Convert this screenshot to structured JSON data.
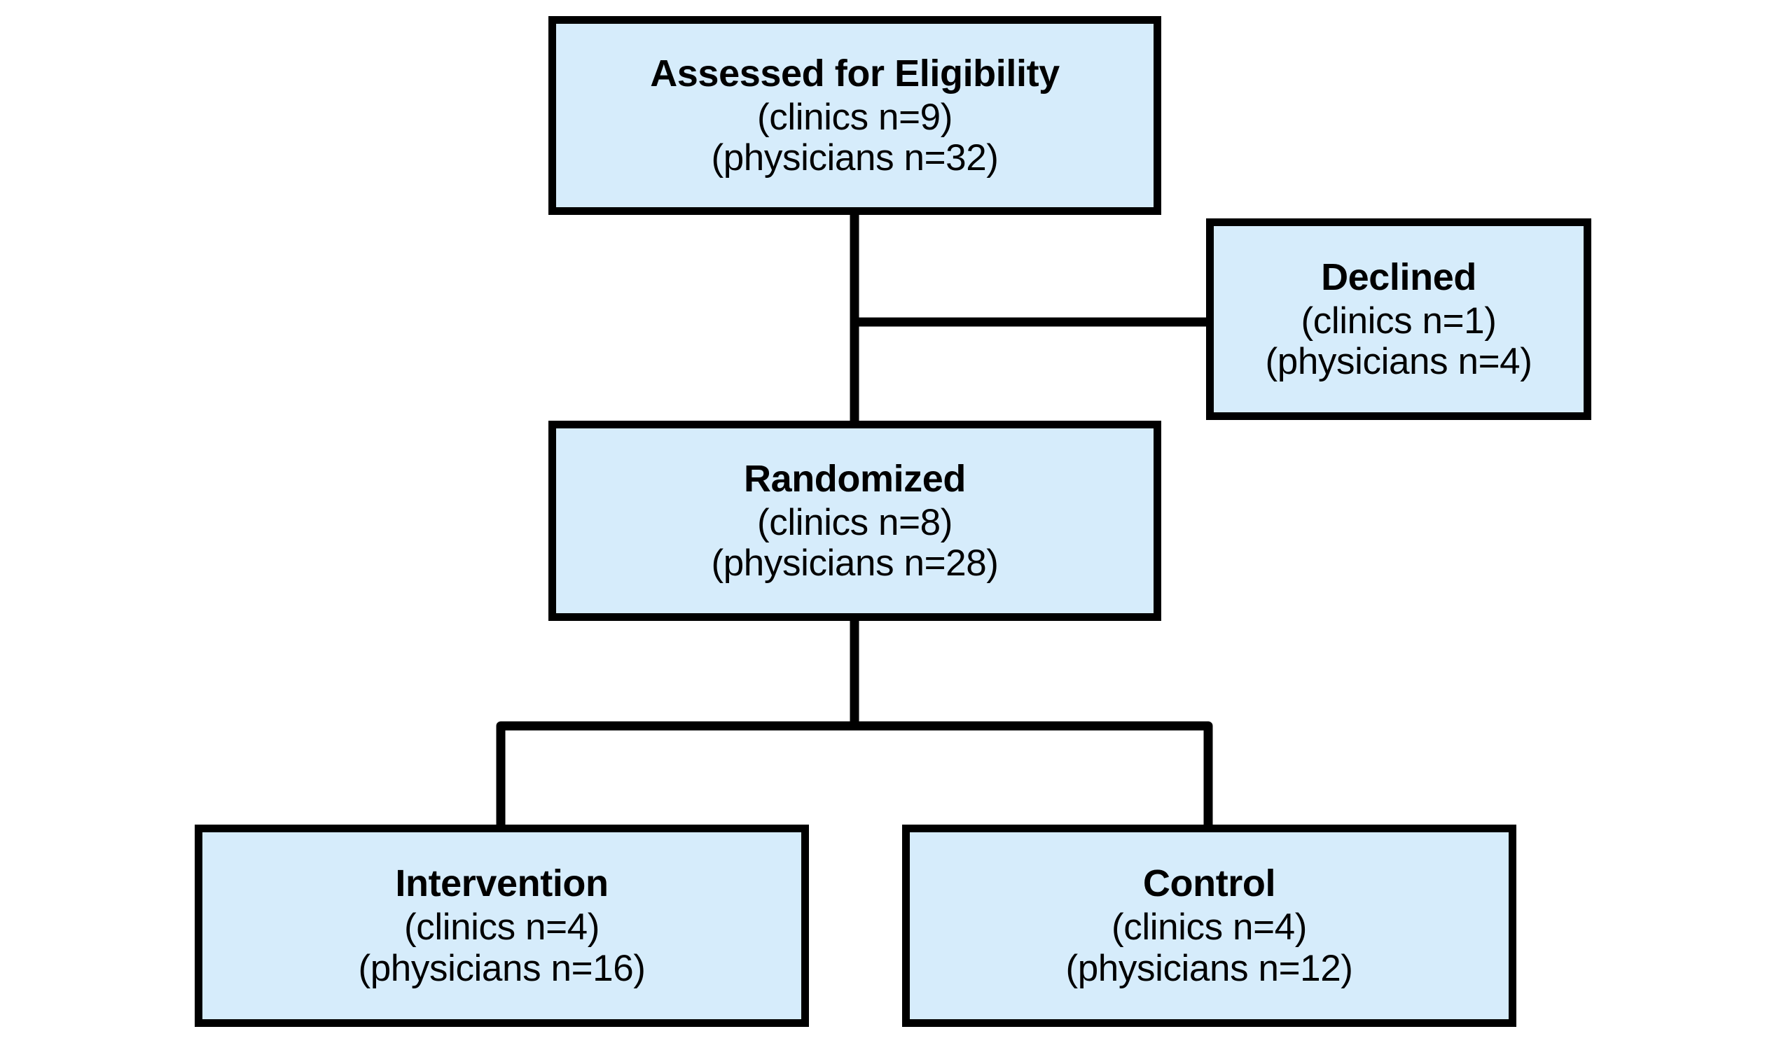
{
  "diagram": {
    "type": "consort-flow-diagram",
    "colors": {
      "node_fill": "#d6ecfb",
      "node_border": "#000000",
      "connector": "#000000",
      "background": "#ffffff",
      "text": "#000000"
    },
    "nodes": [
      {
        "id": "assessed",
        "title": "Assessed for Eligibility",
        "line1": "(clinics n=9)",
        "line2": "(physicians n=32)",
        "clinics": 9,
        "physicians": 32
      },
      {
        "id": "declined",
        "title": "Declined",
        "line1": "(clinics n=1)",
        "line2": "(physicians n=4)",
        "clinics": 1,
        "physicians": 4
      },
      {
        "id": "randomized",
        "title": "Randomized",
        "line1": "(clinics n=8)",
        "line2": "(physicians n=28)",
        "clinics": 8,
        "physicians": 28
      },
      {
        "id": "intervention",
        "title": "Intervention",
        "line1": "(clinics n=4)",
        "line2": "(physicians n=16)",
        "clinics": 4,
        "physicians": 16
      },
      {
        "id": "control",
        "title": "Control",
        "line1": "(clinics n=4)",
        "line2": "(physicians n=12)",
        "clinics": 4,
        "physicians": 12
      }
    ],
    "edges": [
      {
        "from": "assessed",
        "to": "declined",
        "style": "elbow-right"
      },
      {
        "from": "assessed",
        "to": "randomized",
        "style": "straight-down"
      },
      {
        "from": "randomized",
        "to": "intervention",
        "style": "split-left"
      },
      {
        "from": "randomized",
        "to": "control",
        "style": "split-right"
      }
    ]
  }
}
